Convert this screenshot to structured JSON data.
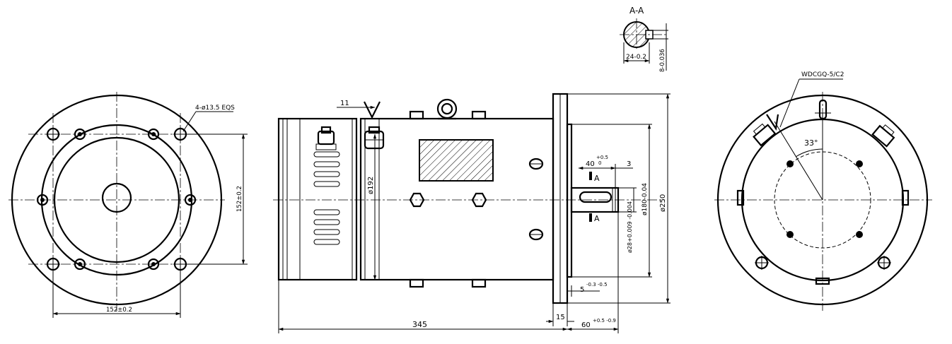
{
  "section": {
    "title": "A-A",
    "dim_width": "24-0.2",
    "dim_key": "8-0.036"
  },
  "left_view": {
    "hole_label": "4-ø13.5 EQS",
    "dim_vertical": "152±0.2",
    "dim_horizontal": "152±0.2"
  },
  "side_view": {
    "dim_11": "11",
    "dim_192": "ø192",
    "dim_40": "40",
    "dim_40_tol_upper": "+0.5",
    "dim_40_tol_lower": "0",
    "dim_3": "3",
    "section_mark_top": "A",
    "section_mark_bottom": "A",
    "dim_180": "ø180-0.04",
    "dim_28": "ø28+0.009 -0.004",
    "dim_250": "ø250",
    "dim_5": "5",
    "dim_5_tol": "-0.3 -0.5",
    "dim_345": "345",
    "dim_15": "15",
    "dim_60": "60",
    "dim_60_tol": "+0.5 -0.9"
  },
  "right_view": {
    "label": "WDCGQ-5/C2",
    "angle": "33°"
  }
}
